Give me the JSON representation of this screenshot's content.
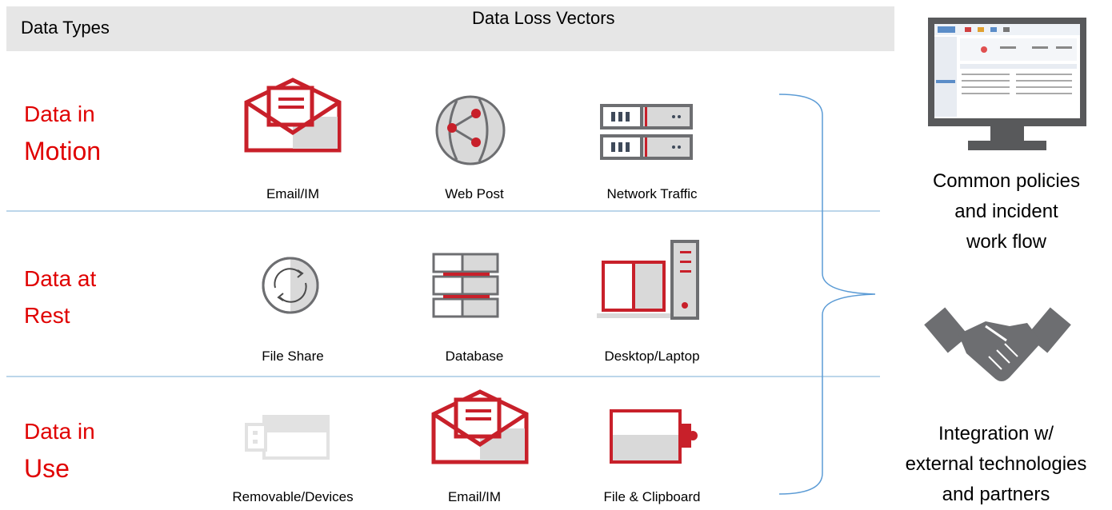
{
  "header": {
    "data_types_title": "Data Types",
    "data_loss_vectors_title": "Data Loss Vectors"
  },
  "rows": [
    {
      "label_line1": "Data in",
      "label_line2": "Motion",
      "vectors": [
        {
          "icon": "email-icon",
          "caption": "Email/IM"
        },
        {
          "icon": "web-post-icon",
          "caption": "Web Post"
        },
        {
          "icon": "network-server-icon",
          "caption": "Network Traffic"
        }
      ]
    },
    {
      "label_line1": "Data at",
      "label_line2": "Rest",
      "vectors": [
        {
          "icon": "file-share-icon",
          "caption": "File Share"
        },
        {
          "icon": "database-icon",
          "caption": "Database"
        },
        {
          "icon": "desktop-laptop-icon",
          "caption": "Desktop/Laptop"
        }
      ]
    },
    {
      "label_line1": "Data in",
      "label_line2": "Use",
      "vectors": [
        {
          "icon": "usb-device-icon",
          "caption": "Removable/Devices"
        },
        {
          "icon": "email-icon",
          "caption": "Email/IM"
        },
        {
          "icon": "clipboard-battery-icon",
          "caption": "File & Clipboard"
        }
      ]
    }
  ],
  "right_panel": {
    "monitor_caption_lines": [
      "Common policies",
      "and incident",
      "work flow"
    ],
    "handshake_caption_lines": [
      "Integration w/",
      "external technologies",
      "and partners"
    ]
  },
  "colors": {
    "accent_red": "#c8202a",
    "label_red": "#e00000",
    "icon_gray": "#6d6e71",
    "light_gray": "#d9d9d9",
    "divider_blue": "#bcd6ea",
    "header_gray": "#e6e6e6"
  }
}
